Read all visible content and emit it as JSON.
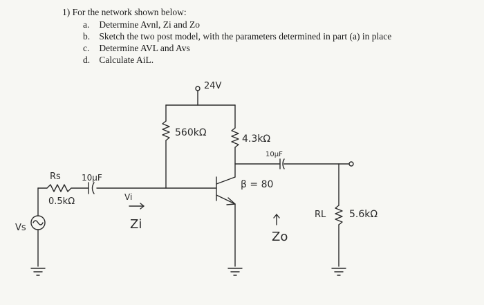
{
  "problem": {
    "number": "1)",
    "prompt": "For the network shown below:",
    "items": [
      {
        "mark": "a.",
        "text": "Determine Avnl, Zi and Zo"
      },
      {
        "mark": "b.",
        "text": "Sketch the two post model, with the parameters determined in part (a) in place"
      },
      {
        "mark": "c.",
        "text": "Determine AVL and Avs"
      },
      {
        "mark": "d.",
        "text": "Calculate AiL."
      }
    ]
  },
  "circuit": {
    "supply": "24V",
    "rb": "560kΩ",
    "rc": "4.3kΩ",
    "cout": "10μF",
    "beta": "β = 80",
    "rs_label": "Rs",
    "rs_value": "0.5kΩ",
    "cin": "10μF",
    "vi": "Vi",
    "vs": "Vs",
    "zi": "Zi",
    "zo": "Zo",
    "rl_label": "RL",
    "rl_value": "5.6kΩ"
  },
  "colors": {
    "ink": "#1a1a1a",
    "paper": "#f7f7f3",
    "pencil": "#2a2a2a"
  }
}
